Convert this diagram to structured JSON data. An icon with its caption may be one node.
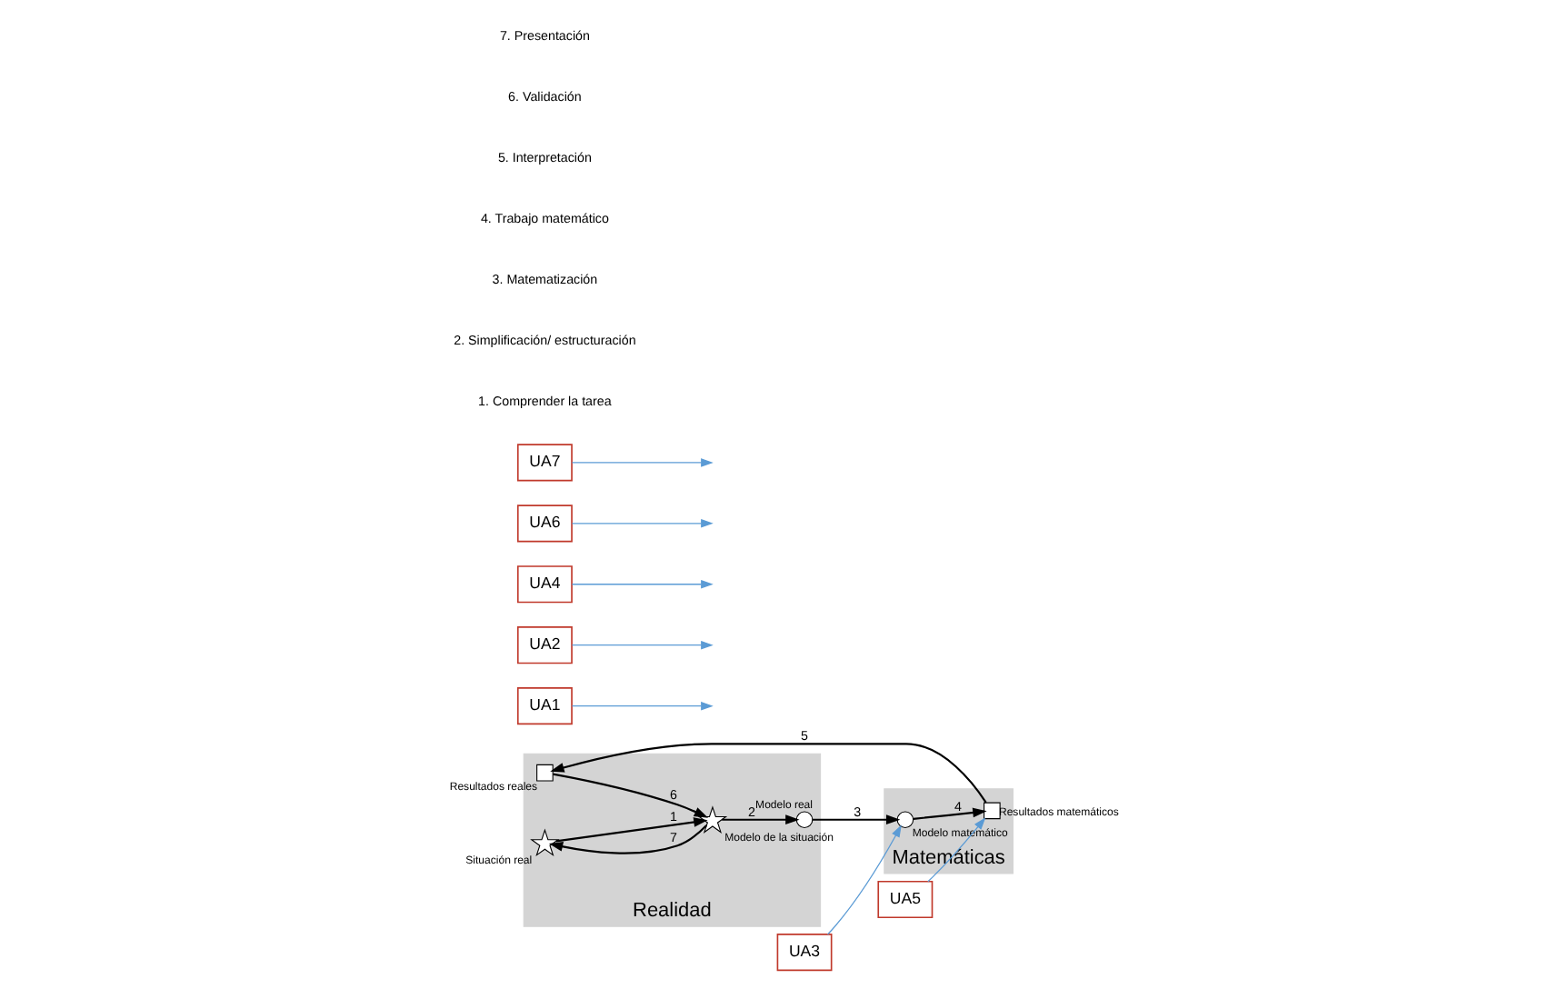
{
  "diagram": {
    "nodes": [
      {
        "text": [
          "Realidad"
        ]
      },
      {
        "text": [
          "Matemáticas"
        ]
      },
      {
        "text": [
          "Situación real"
        ],
        "in": 0
      },
      {
        "text": [
          "Modelo de la situación"
        ],
        "in": 0
      },
      {
        "text": [
          "Modelo real"
        ],
        "in": 0
      },
      {
        "text": [
          "Resultados reales"
        ],
        "in": 0
      },
      {
        "text": [
          "Modelo matemático"
        ],
        "in": 1
      },
      {
        "text": [
          "Resultados matemáticos"
        ],
        "in": 1
      },
      {
        "text": [
          "UA1"
        ]
      },
      {
        "text": [
          "UA2"
        ]
      },
      {
        "text": [
          "UA3"
        ]
      },
      {
        "text": [
          "UA4"
        ]
      },
      {
        "text": [
          "UA5"
        ]
      },
      {
        "text": [
          "UA6"
        ]
      },
      {
        "text": [
          "UA7"
        ]
      }
    ],
    "edges": [
      {
        "from": 2,
        "to": 3,
        "arrow": "to",
        "label": "1"
      },
      {
        "from": 3,
        "to": 2,
        "arrow": "to",
        "label": "7"
      },
      {
        "from": 3,
        "to": 4,
        "arrow": "to",
        "label": "2"
      },
      {
        "from": 4,
        "to": 6,
        "arrow": "to",
        "label": "3"
      },
      {
        "from": 6,
        "to": 7,
        "arrow": "to",
        "label": "4"
      },
      {
        "from": 7,
        "to": 5,
        "arrow": "to",
        "label": "5"
      },
      {
        "from": 5,
        "to": 3,
        "arrow": "to",
        "label": "6"
      },
      {
        "from": 8,
        "to": null,
        "arrow": "to",
        "color": "#5b9bd5"
      },
      {
        "from": 9,
        "to": null,
        "arrow": "to",
        "color": "#5b9bd5"
      },
      {
        "from": 10,
        "to": 6,
        "arrow": "to",
        "color": "#5b9bd5"
      },
      {
        "from": 11,
        "to": null,
        "arrow": "to",
        "color": "#5b9bd5"
      },
      {
        "from": 12,
        "to": 7,
        "arrow": "to",
        "color": "#5b9bd5"
      },
      {
        "from": 13,
        "to": null,
        "arrow": "to",
        "color": "#5b9bd5"
      },
      {
        "from": 14,
        "to": null,
        "arrow": "to",
        "color": "#5b9bd5"
      }
    ],
    "labels": [
      "1. Comprender la tarea",
      "2. Simplificación/ estructuración",
      "3. Matematización",
      "4. Trabajo matemático",
      "5. Interpretación",
      "6. Validación",
      "7. Presentación"
    ]
  }
}
